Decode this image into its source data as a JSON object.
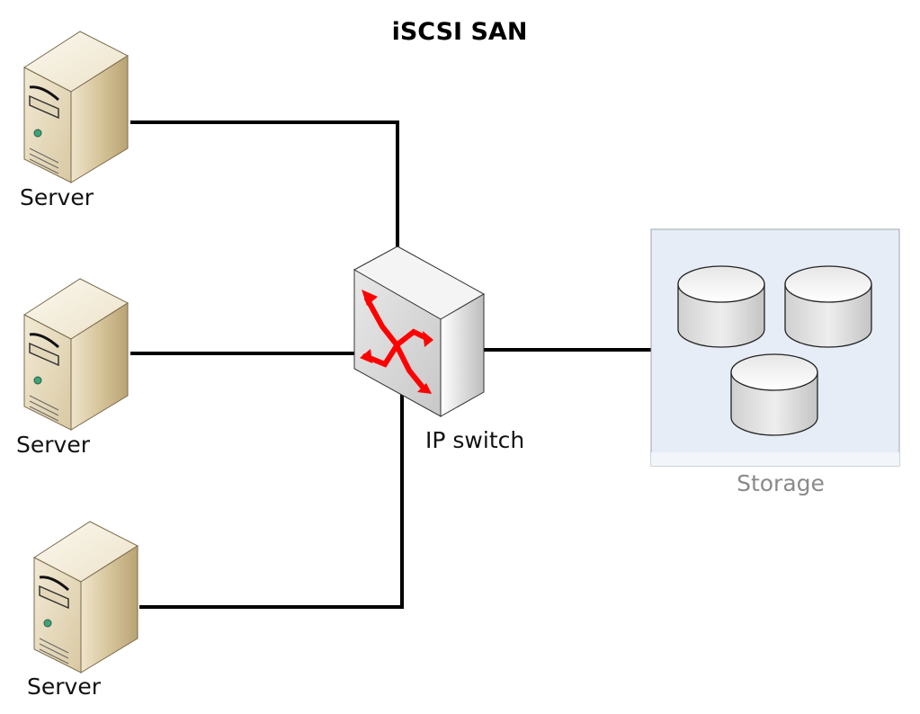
{
  "title": "iSCSI SAN",
  "nodes": {
    "server_1": {
      "label": "Server",
      "type": "server"
    },
    "server_2": {
      "label": "Server",
      "type": "server"
    },
    "server_3": {
      "label": "Server",
      "type": "server"
    },
    "switch": {
      "label": "IP switch",
      "type": "switch"
    },
    "storage": {
      "label": "Storage",
      "type": "storage-group",
      "disk_count": 3
    }
  },
  "connections": [
    {
      "from": "server_1",
      "to": "switch"
    },
    {
      "from": "server_2",
      "to": "switch"
    },
    {
      "from": "server_3",
      "to": "switch"
    },
    {
      "from": "switch",
      "to": "storage"
    }
  ],
  "colors": {
    "server_body": "#d8c9a6",
    "switch_arrows": "#ff0000",
    "storage_bg": "#e6edf7",
    "line": "#000000"
  }
}
